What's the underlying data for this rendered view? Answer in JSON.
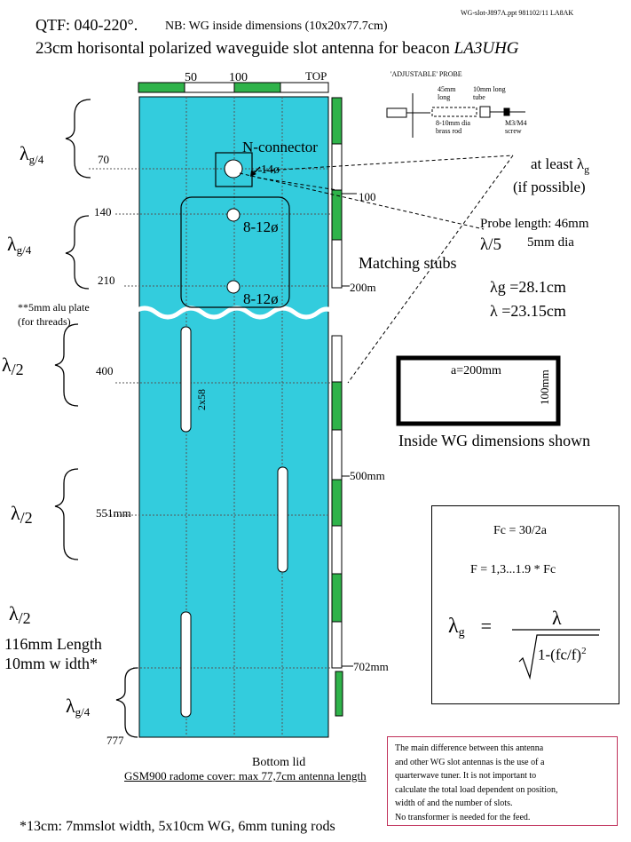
{
  "header": {
    "corner_ref": "WG-slot-J897A.ppt 981102/11 LA8AK",
    "qtf_line": "QTF: 040-220°.",
    "nb_note": "NB: WG inside dimensions (10x20x77.7cm)",
    "title_prefix": "23cm horisontal polarized waveguide slot antenna for beacon",
    "title_callsign": "LA3UHG"
  },
  "ruler": {
    "mark_50": "50",
    "mark_100": "100",
    "top_label": "TOP"
  },
  "probe_detail": {
    "title": "'ADJUSTABLE' PROBE",
    "rod_length": "45mm long",
    "tube_length": "10mm long tube",
    "rod_desc": "8-10mm dia brass rod",
    "screw_desc": "M3/M4 screw"
  },
  "left_labels": {
    "lambda_g4_top": "λ",
    "lambda_g4_top_sub": "g/4",
    "lambda_g4_2": "λ",
    "lambda_g4_2_sub": "g/4",
    "lambda_2_a": "λ",
    "lambda_2_a_sub": "/2",
    "lambda_2_b": "λ",
    "lambda_2_b_sub": "/2",
    "lambda_2_c": "λ",
    "lambda_2_c_sub": "/2",
    "lambda_g4_bottom": "λ",
    "lambda_g4_bottom_sub": "g/4",
    "slot_length": "116mm Length",
    "slot_width": "10mm w idth*",
    "alu_plate_1": "**5mm alu plate",
    "alu_plate_2": "(for threads)"
  },
  "positions": {
    "p70": "70",
    "p140": "140",
    "p210": "210",
    "p400": "400",
    "p551": "551mm",
    "p777": "777",
    "r100": "100",
    "r200": "200m",
    "r500": "500mm",
    "r702": "702mm"
  },
  "feed": {
    "n_connector": "N-connector",
    "hole_14": "14ø",
    "hole_a": "8-12ø",
    "hole_b": "8-12ø",
    "slot_dim": "2x58"
  },
  "right_info": {
    "at_least": "at least λ",
    "at_least_sub": "g",
    "if_possible": "(if possible)",
    "probe_length": "Probe length: 46mm",
    "probe_ratio": "λ/5",
    "probe_dia": "5mm dia",
    "matching_stubs": "Matching stubs",
    "lambda_g_value": "λg =28.1cm",
    "lambda_value": "λ =23.15cm"
  },
  "wg_section": {
    "a_label": "a=200mm",
    "b_label": "100mm",
    "caption": "Inside WG dimensions shown"
  },
  "formula_box": {
    "fc": "Fc = 30/2a",
    "f_range": "F = 1,3...1.9 * Fc",
    "lambda_g": "λ",
    "lambda_g_sub": "g",
    "equals": "=",
    "numerator": "λ",
    "denominator": "1-(fc/f)",
    "exponent": "2"
  },
  "note_box": {
    "lines": [
      "The main difference between this antenna",
      "and other WG slot antennas is the use of  a",
      "quarterwave tuner. It is not important to",
      "calculate the total load dependent on position,",
      "width of and the number of slots.",
      "No transformer is needed for the feed."
    ]
  },
  "footer": {
    "bottom_lid": "Bottom  lid",
    "radome": "GSM900 radome cover: max 77,7cm antenna length",
    "note_13cm": "*13cm: 7mmslot  width, 5x10cm WG, 6mm tuning rods"
  },
  "colors": {
    "waveguide_fill": "#33ccdd",
    "stub_green": "#2fb34a",
    "note_border": "#c0305a"
  }
}
